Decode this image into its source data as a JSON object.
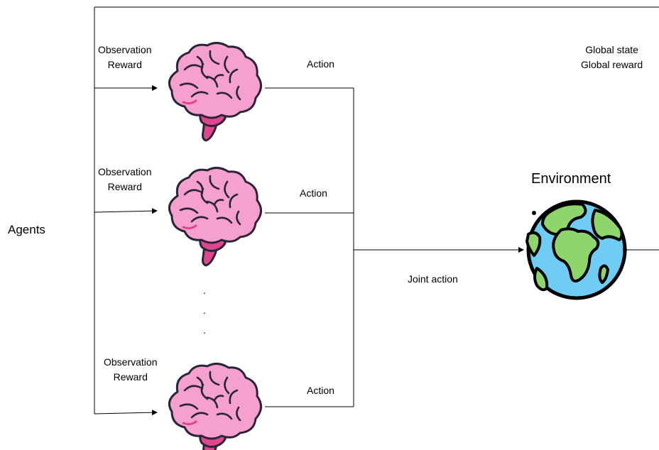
{
  "agents_label": "Agents",
  "environment_label": "Environment",
  "global_info": {
    "line1": "Global state",
    "line2": "Global reward"
  },
  "joint_action_label": "Joint action",
  "agents": [
    {
      "obs": "Observation",
      "reward": "Reward",
      "action": "Action"
    },
    {
      "obs": "Observation",
      "reward": "Reward",
      "action": "Action"
    },
    {
      "obs": "Observation",
      "reward": "Reward",
      "action": "Action"
    }
  ],
  "ellipsis": [
    ".",
    ".",
    "."
  ],
  "colors": {
    "brain_fill": "#f5a0cf",
    "brain_stem": "#e0468f",
    "outline": "#2a2437",
    "ocean": "#6fcdf5",
    "land": "#8ed56b"
  },
  "icons": {
    "agent": "brain-icon",
    "environment": "globe-icon"
  }
}
